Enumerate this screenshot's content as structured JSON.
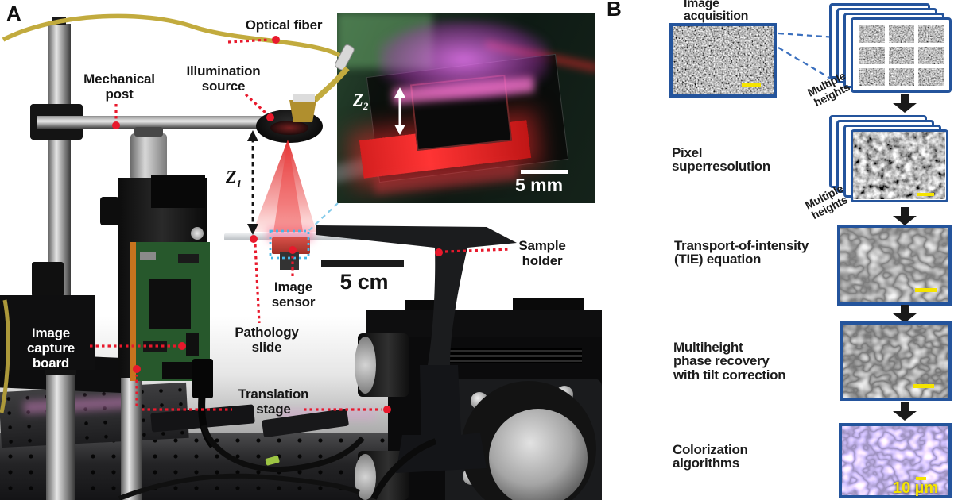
{
  "panelA": {
    "tag": "A",
    "labels": {
      "optical_fiber": "Optical fiber",
      "mechanical_post": [
        "Mechanical",
        "post"
      ],
      "illumination_source": [
        "Illumination",
        "source"
      ],
      "z1": {
        "base": "Z",
        "sub": "1"
      },
      "sample_holder": [
        "Sample",
        "holder"
      ],
      "image_sensor": [
        "Image",
        "sensor"
      ],
      "pathology_slide": [
        "Pathology",
        "slide"
      ],
      "image_capture_board": [
        "Image",
        "capture",
        "board"
      ],
      "translation_stage": [
        "Translation",
        "stage"
      ]
    },
    "scale_bar_label": "5 cm",
    "inset": {
      "z2": {
        "base": "Z",
        "sub": "2"
      },
      "scale_bar_label": "5 mm"
    }
  },
  "panelB": {
    "tag": "B",
    "steps": [
      {
        "lines": [
          "Image",
          "acquisition"
        ]
      },
      {
        "lines": [
          "Pixel",
          "superresolution"
        ]
      },
      {
        "lines": [
          "Transport-of-intensity",
          "(TIE) equation"
        ]
      },
      {
        "lines": [
          "Multiheight",
          "phase recovery",
          "with tilt correction"
        ]
      },
      {
        "lines": [
          "Colorization",
          "algorithms"
        ]
      }
    ],
    "stack_annotations": [
      {
        "lines": [
          "Multiple",
          "heights"
        ]
      },
      {
        "lines": [
          "Multiple",
          "heights"
        ]
      }
    ],
    "final_scale_bar_label": "10 µm"
  },
  "colors": {
    "annotation_red": "#e8192c",
    "frame_blue": "#24549c",
    "connector_blue": "#3a6fbe",
    "sensor_box_cyan": "#45b8e8",
    "scale_yellow": "#f5e400"
  }
}
